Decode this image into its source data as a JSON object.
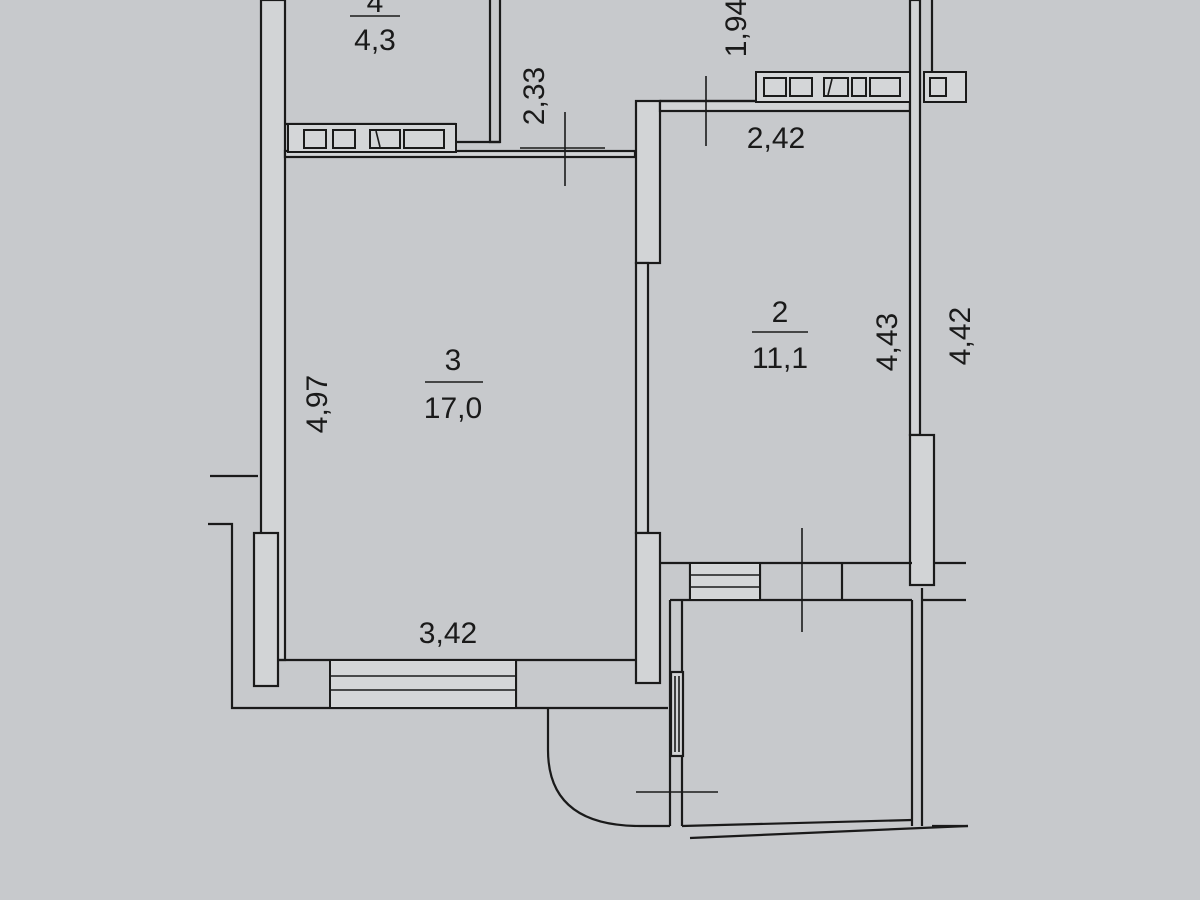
{
  "rooms": [
    {
      "number": "3",
      "area": "17,0"
    },
    {
      "number": "2",
      "area": "11,1"
    },
    {
      "number": "4",
      "area": "4,3"
    }
  ],
  "dimensions": {
    "room3_height": "4,97",
    "room3_width": "3,42",
    "room2_height_inner": "4,43",
    "room2_height_outer": "4,42",
    "room2_width": "2,42",
    "corridor_depth": "2,33",
    "top_right": "1,94"
  },
  "colors": {
    "paper": "#c7c9cc",
    "lines": "#1a1a1a"
  }
}
